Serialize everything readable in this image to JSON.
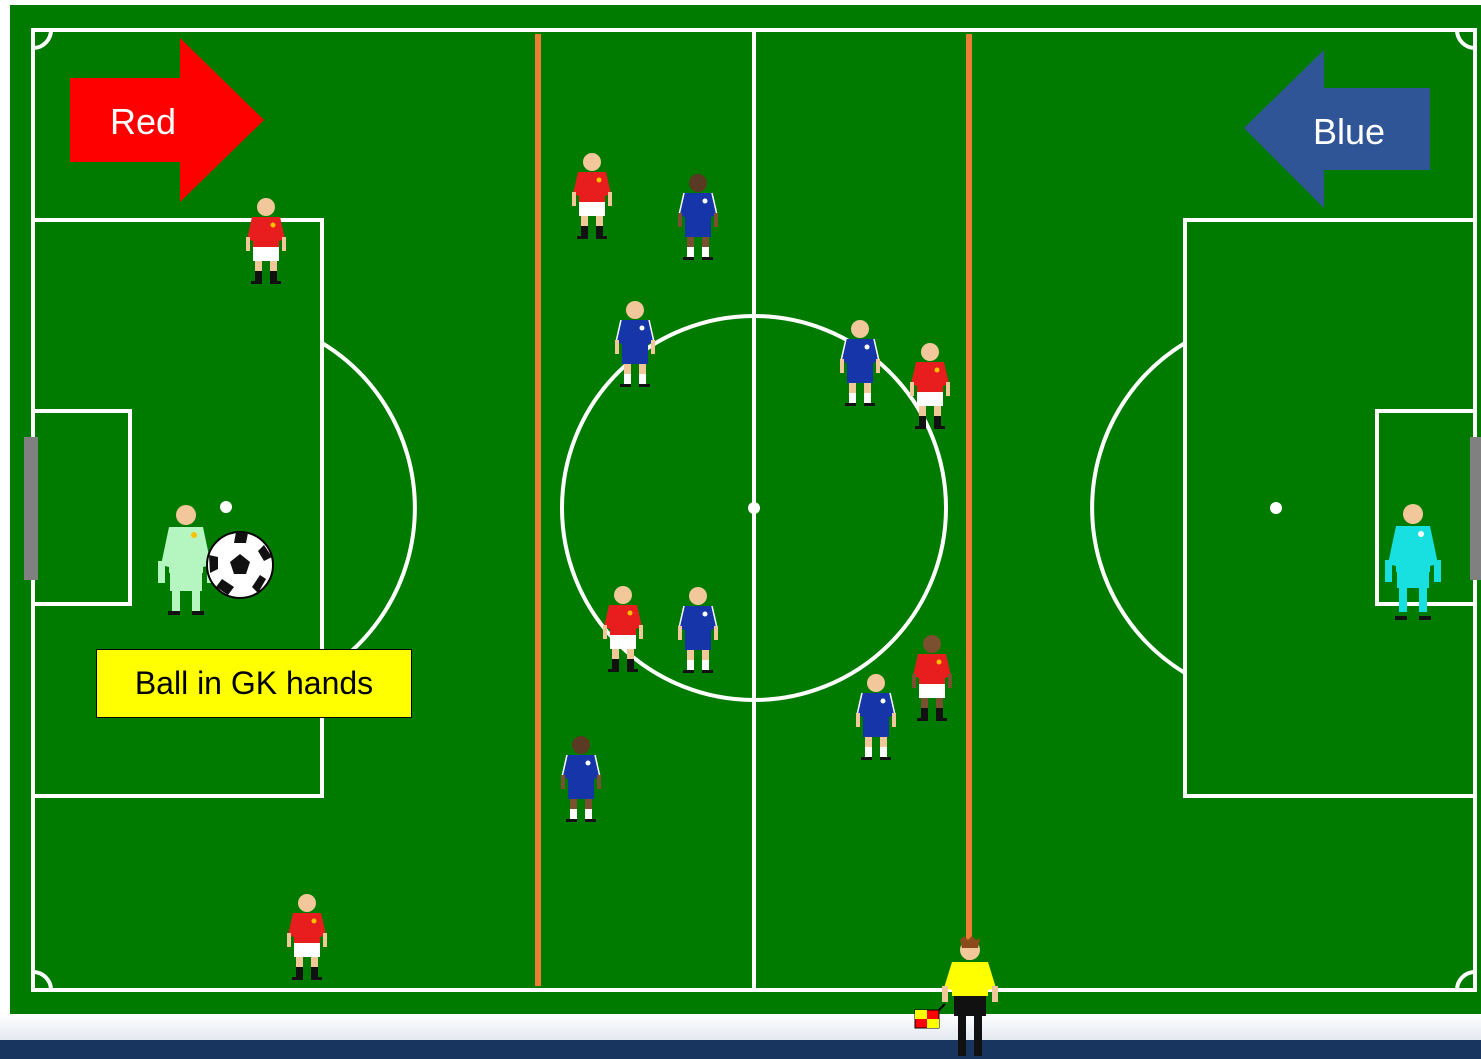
{
  "teams": {
    "red": {
      "label": "Red",
      "color": "#ff0000"
    },
    "blue": {
      "label": "Blue",
      "color": "#2f5597"
    }
  },
  "callout": {
    "text": "Ball in GK hands"
  },
  "colors": {
    "pitch": "#007b00",
    "lines": "#ffffff",
    "offside_lines": "#ed7d31",
    "red_shirt": "#e81e1e",
    "blue_shirt": "#1535a8",
    "red_gk": "#b5f5c0",
    "blue_gk": "#19e0e0",
    "referee": "#ffff00",
    "footer": "#17355f"
  },
  "icons": [
    "soccer-ball-icon",
    "linesman-flag-icon",
    "player-icon",
    "referee-icon",
    "direction-arrow-icon"
  ]
}
